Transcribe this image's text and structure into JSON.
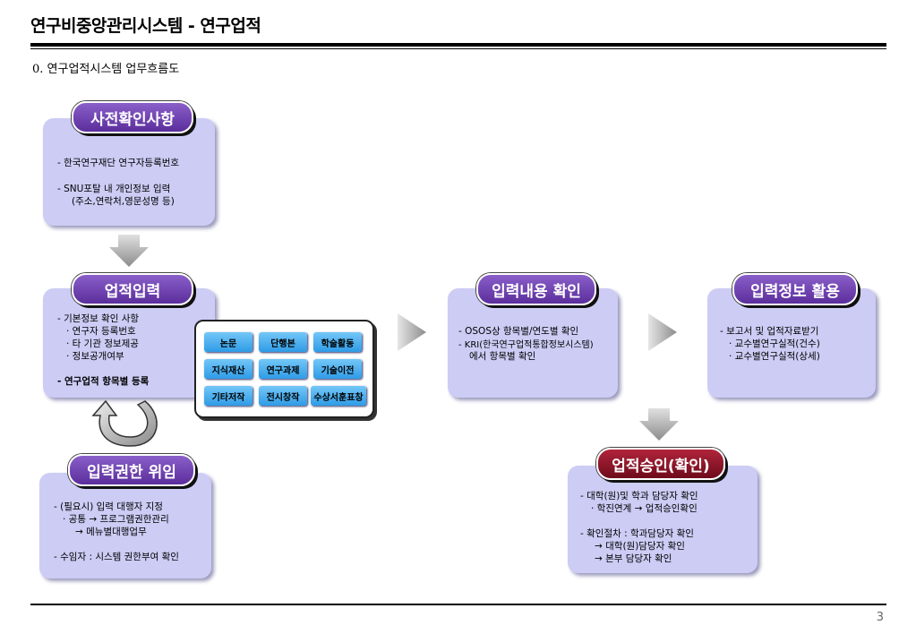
{
  "header": {
    "title": "연구비중앙관리시스템 - 연구업적",
    "subtitle": "0. 연구업적시스템 업무흐름도"
  },
  "footer": {
    "page_number": "3"
  },
  "boxes": {
    "precheck": {
      "title": "사전확인사항",
      "lines": [
        "- 한국연구재단 연구자등록번호",
        "- SNU포탈 내 개인정보 입력",
        "(주소,연락처,영문성명 등)"
      ]
    },
    "entry": {
      "title": "업적입력",
      "lines": [
        "- 기본정보 확인 사항",
        "· 연구자 등록번호",
        "· 타 기관 정보제공",
        "· 정보공개여부",
        "- 연구업적 항목별 등록"
      ]
    },
    "delegation": {
      "title": "입력권한 위임",
      "lines": [
        "- (필요시) 입력 대행자 지정",
        "· 공통 → 프로그램권한관리",
        "→   메뉴별대행업무",
        "- 수임자 : 시스템 권한부여 확인"
      ]
    },
    "verify": {
      "title": "입력내용 확인",
      "lines": [
        "- OSOS상 항목별/연도별 확인",
        "- KRI(한국연구업적통합정보시스템)",
        "에서 항목별 확인"
      ]
    },
    "utilize": {
      "title": "입력정보 활용",
      "lines": [
        "- 보고서 및 업적자료받기",
        "· 교수별연구실적(건수)",
        "· 교수별연구실적(상세)"
      ]
    },
    "approval": {
      "title": "업적승인(확인)",
      "lines": [
        "- 대학(원)및 학과 담당자 확인",
        "· 학진연계 → 업적승인확인",
        "- 확인절차 : 학과담당자 확인",
        "→ 대학(원)담당자 확인",
        "→ 본부 담당자 확인"
      ]
    }
  },
  "categories": [
    "논문",
    "단행본",
    "학술활동",
    "지식재산",
    "연구과제",
    "기술이전",
    "기타저작",
    "전시창작",
    "수상서훈표창"
  ],
  "colors": {
    "panel": "#ccccf5",
    "pill_purple": "#6a3aaa",
    "pill_red": "#8a1428",
    "cell_blue": "#4aafee",
    "arrow_gray": "#999999"
  }
}
